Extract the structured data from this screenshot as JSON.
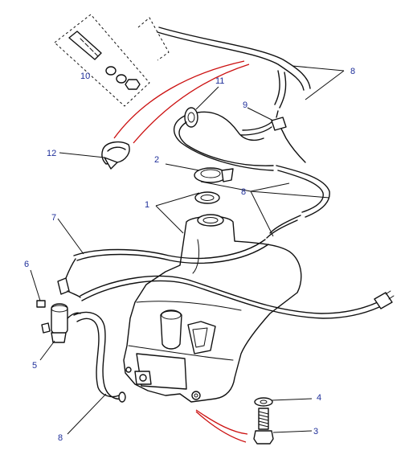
{
  "diagram": {
    "callouts": [
      {
        "id": "c1",
        "text": "1"
      },
      {
        "id": "c2",
        "text": "2"
      },
      {
        "id": "c3",
        "text": "3"
      },
      {
        "id": "c4",
        "text": "4"
      },
      {
        "id": "c5",
        "text": "5"
      },
      {
        "id": "c6",
        "text": "6"
      },
      {
        "id": "c7",
        "text": "7"
      },
      {
        "id": "c8a",
        "text": "8"
      },
      {
        "id": "c8b",
        "text": "8"
      },
      {
        "id": "c8c",
        "text": "8"
      },
      {
        "id": "c9",
        "text": "9"
      },
      {
        "id": "c10",
        "text": "10"
      },
      {
        "id": "c11",
        "text": "11"
      },
      {
        "id": "c12",
        "text": "12"
      }
    ],
    "colors": {
      "line": "#111111",
      "callout_text": "#1f2f9a",
      "annotation_red": "#cc1111",
      "background": "#ffffff"
    }
  }
}
